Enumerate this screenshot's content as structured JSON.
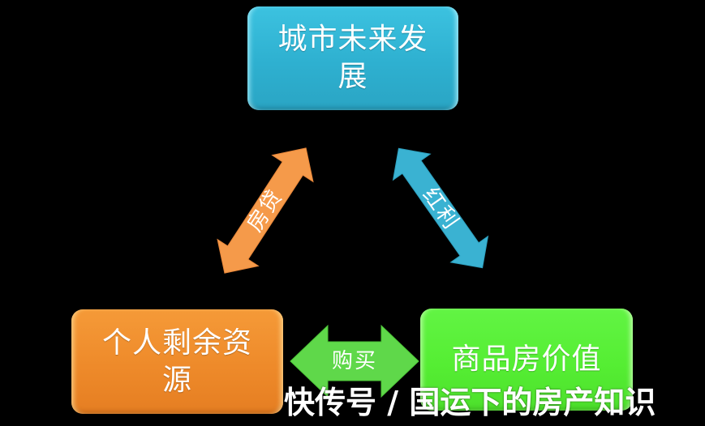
{
  "diagram": {
    "type": "cycle",
    "background": "#000000",
    "nodes": {
      "top": {
        "label": "城市未来发展",
        "lines": [
          "城市未来发",
          "展"
        ],
        "color": "#2fb3d3"
      },
      "bottom_left": {
        "label": "个人剩余资源",
        "lines": [
          "个人剩余资",
          "源"
        ],
        "color": "#ee8a2a"
      },
      "bottom_right": {
        "label": "商品房价值",
        "lines": [
          "商品房价值"
        ],
        "color": "#55ee33"
      }
    },
    "arrows": {
      "left": {
        "label": "房贷",
        "from": "个人剩余资源",
        "to": "城市未来发展",
        "bidirectional": true,
        "color": "#f59a4a"
      },
      "right": {
        "label": "红利",
        "from": "城市未来发展",
        "to": "商品房价值",
        "bidirectional": true,
        "color": "#3ab2d2"
      },
      "bottom": {
        "label": "购买",
        "from": "个人剩余资源",
        "to": "商品房价值",
        "bidirectional": true,
        "color": "#5fd84a"
      }
    }
  },
  "watermark": {
    "text": "快传号 / 国运下的房产知识"
  }
}
